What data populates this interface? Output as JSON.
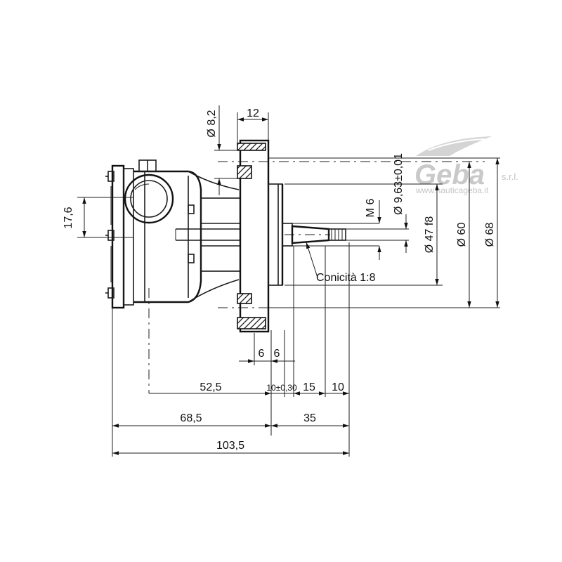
{
  "watermark": {
    "brand": "Geba",
    "suffix": "s.r.l.",
    "url": "www.nauticageba.it"
  },
  "drawing": {
    "shaft_taper_note": "Conicità 1:8",
    "horizontal_dimensions": {
      "flange_thickness": "12",
      "flange_step_left": "6",
      "flange_step_right": "6",
      "body_to_flange": "52,5",
      "flange_to_shaft_step": "10±0,30",
      "shaft_taper_length": "15",
      "shaft_end_length": "10",
      "left_to_flange": "68,5",
      "flange_to_shaft_end": "35",
      "overall_length": "103,5"
    },
    "vertical_dimensions": {
      "bolt_hole_diameter": "Ø 8,2",
      "port_height": "17,6",
      "shaft_diameter": "Ø 9,63±0,01",
      "shaft_thread": "M 6",
      "spigot_diameter": "Ø 47 f8",
      "bolt_circle_diameter": "Ø 60",
      "flange_outer_diameter": "Ø 68"
    }
  }
}
